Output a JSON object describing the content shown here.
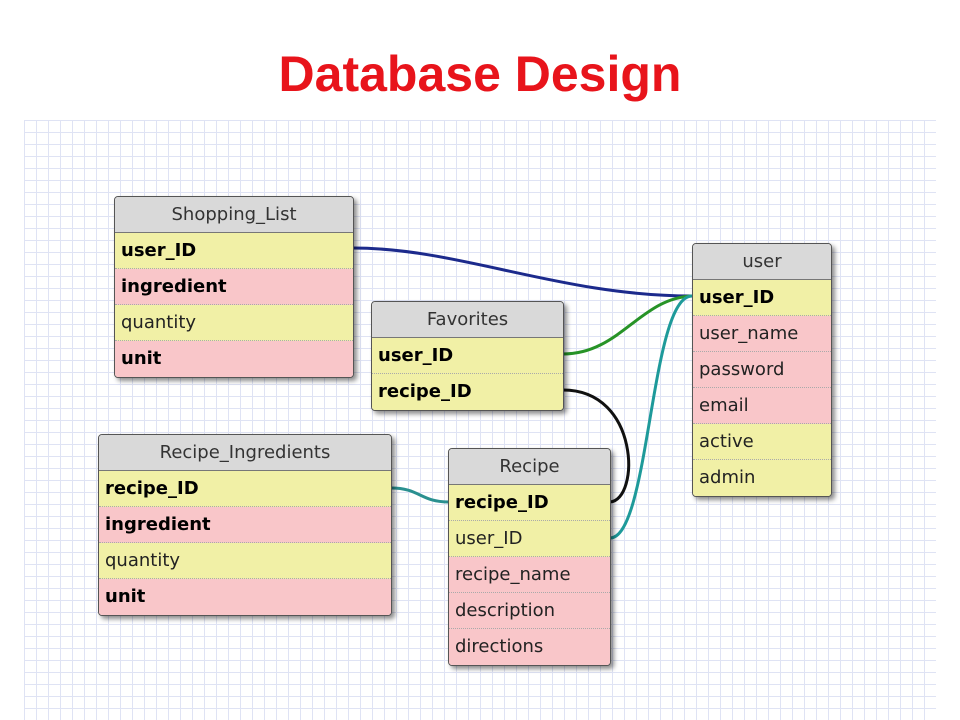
{
  "title": "Database Design",
  "tables": {
    "shopping_list": {
      "name": "Shopping_List",
      "fields": [
        "user_ID",
        "ingredient",
        "quantity",
        "unit"
      ]
    },
    "favorites": {
      "name": "Favorites",
      "fields": [
        "user_ID",
        "recipe_ID"
      ]
    },
    "user": {
      "name": "user",
      "fields": [
        "user_ID",
        "user_name",
        "password",
        "email",
        "active",
        "admin"
      ]
    },
    "recipe_ingredients": {
      "name": "Recipe_Ingredients",
      "fields": [
        "recipe_ID",
        "ingredient",
        "quantity",
        "unit"
      ]
    },
    "recipe": {
      "name": "Recipe",
      "fields": [
        "recipe_ID",
        "user_ID",
        "recipe_name",
        "description",
        "directions"
      ]
    }
  },
  "colors": {
    "title": "#e8141b",
    "field_key_row": "#f1f0a6",
    "field_alt_row": "#f9c6c9",
    "link_shopping_user": "#1c2a8c",
    "link_favorites_user": "#279327",
    "link_favorites_recipe": "#111111",
    "link_recipe_user": "#1e9a9a",
    "link_ingredients_recipe": "#2a9090"
  }
}
